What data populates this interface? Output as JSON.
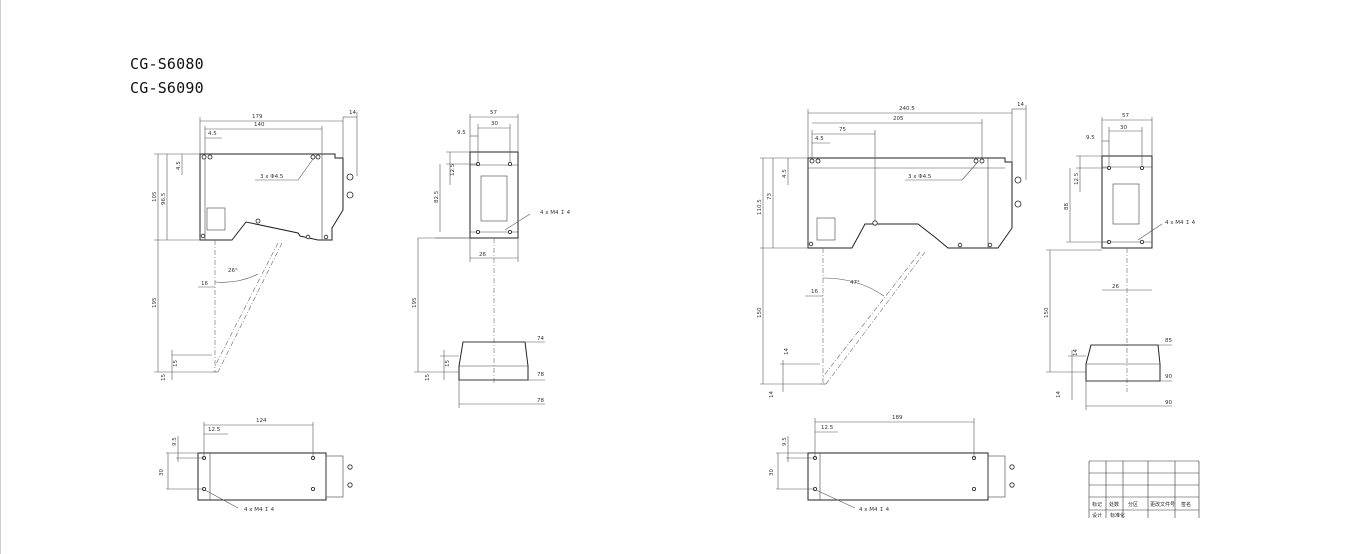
{
  "models": [
    "CG-S6080",
    "CG-S6090"
  ],
  "left": {
    "side_view": {
      "dims": {
        "overall_width": "179",
        "inner_width": "140",
        "connector": "14",
        "left_offset": "4.5",
        "top_offset": "4.5",
        "total_height": "105",
        "body_height": "96.5",
        "holes": "3 x Φ4.5",
        "angle": "26°",
        "beam_offset": "16",
        "working_distance": "195",
        "range": "15",
        "range_bottom": "15"
      }
    },
    "front_view": {
      "dims": {
        "width": "57",
        "inner": "30",
        "left": "9.5",
        "top": "12.5",
        "height": "82.5",
        "thread": "4 x M4 ↧ 4",
        "beam_width": "26",
        "working_distance": "195",
        "range": "15",
        "range_bottom": "15",
        "spot_top": "74",
        "spot_mid": "78",
        "spot_bottom": "78"
      }
    },
    "bottom_view": {
      "dims": {
        "length": "124",
        "offset": "12.5",
        "side": "9.5",
        "height": "30",
        "thread": "4 x M4 ↧ 4"
      }
    }
  },
  "right": {
    "side_view": {
      "dims": {
        "overall_width": "240.5",
        "inner_width": "205",
        "connector": "14",
        "beam_pos": "75",
        "left_offset": "4.5",
        "top_offset": "4.5",
        "total_height": "110.5",
        "body_height": "73",
        "holes": "3 x Φ4.5",
        "angle": "47°",
        "beam_offset": "16",
        "working_distance": "150",
        "range": "14",
        "range_bottom": "14"
      }
    },
    "front_view": {
      "dims": {
        "width": "57",
        "inner": "30",
        "left": "9.5",
        "top": "12.5",
        "height": "88",
        "thread": "4 x M4 ↧ 4",
        "beam_width": "26",
        "working_distance": "150",
        "range": "14",
        "range_bottom": "14",
        "spot_top": "85",
        "spot_mid": "90",
        "spot_bottom": "90"
      }
    },
    "bottom_view": {
      "dims": {
        "length": "189",
        "offset": "12.5",
        "side": "9.5",
        "height": "30",
        "thread": "4 x M4 ↧ 4"
      }
    }
  },
  "title_block": {
    "headers": [
      "标记",
      "处数",
      "分区",
      "更改文件号",
      "签名"
    ],
    "bottom_row": [
      "设计",
      "标准化",
      "",
      "",
      ""
    ]
  }
}
